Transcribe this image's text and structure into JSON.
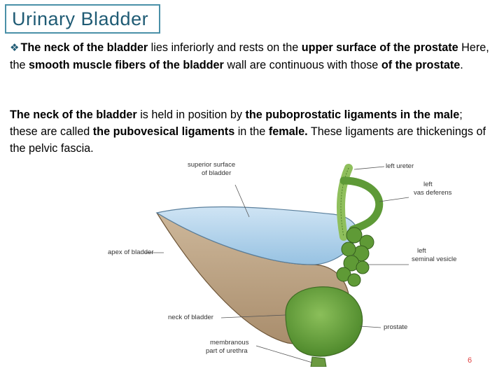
{
  "title": "Urinary Bladder",
  "p1": {
    "bullet": "v",
    "s1": "The neck of the bladder",
    "s2": " lies inferiorly and rests on the ",
    "s3": "upper surface of the prostate",
    "s4": "  Here, the ",
    "s5": "smooth muscle fibers of the bladder",
    "s6": " wall are continuous with those ",
    "s7": "of the prostate",
    "s8": "."
  },
  "p2": {
    "s1": "The neck of the bladder",
    "s2": " is held in position by ",
    "s3": "the puboprostatic ligaments in the male",
    "s4": "; these are called ",
    "s5": "the pubovesical ligaments",
    "s6": " in the ",
    "s7": "female.",
    "s8": " These ligaments are thickenings of the pelvic fascia."
  },
  "figure": {
    "labels": {
      "superior_surface_1": "superior surface",
      "superior_surface_2": "of bladder",
      "left_ureter": "left ureter",
      "left_vas_1": "left",
      "left_vas_2": "vas deferens",
      "apex": "apex of bladder",
      "left_sv_1": "left",
      "left_sv_2": "seminal vesicle",
      "neck": "neck of bladder",
      "prostate": "prostate",
      "membranous_1": "membranous",
      "membranous_2": "part of urethra"
    }
  },
  "page_number": "6"
}
